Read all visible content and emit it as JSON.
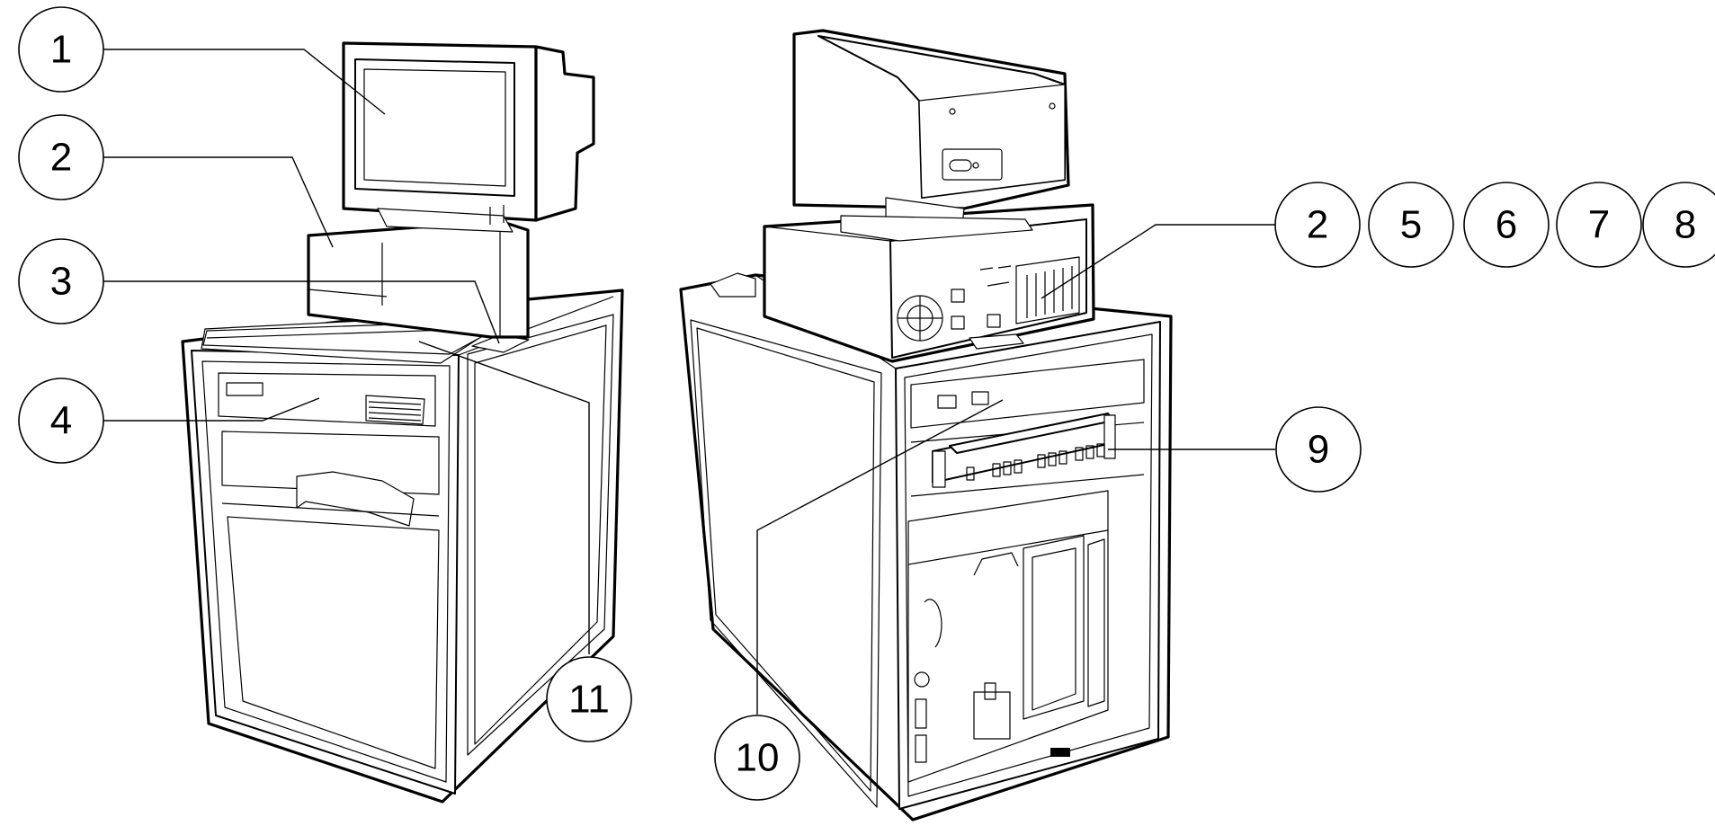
{
  "callouts": [
    {
      "id": "c1",
      "label": "1"
    },
    {
      "id": "c2a",
      "label": "2"
    },
    {
      "id": "c3",
      "label": "3"
    },
    {
      "id": "c4",
      "label": "4"
    },
    {
      "id": "c11",
      "label": "11"
    },
    {
      "id": "c2b",
      "label": "2"
    },
    {
      "id": "c5",
      "label": "5"
    },
    {
      "id": "c6",
      "label": "6"
    },
    {
      "id": "c7",
      "label": "7"
    },
    {
      "id": "c8",
      "label": "8"
    },
    {
      "id": "c9",
      "label": "9"
    },
    {
      "id": "c10",
      "label": "10"
    }
  ],
  "colors": {
    "line": "#000000",
    "background": "#ffffff"
  },
  "views": [
    {
      "id": "front-view",
      "icon": "computer-cabinet-front-icon"
    },
    {
      "id": "rear-view",
      "icon": "computer-cabinet-rear-icon"
    }
  ]
}
